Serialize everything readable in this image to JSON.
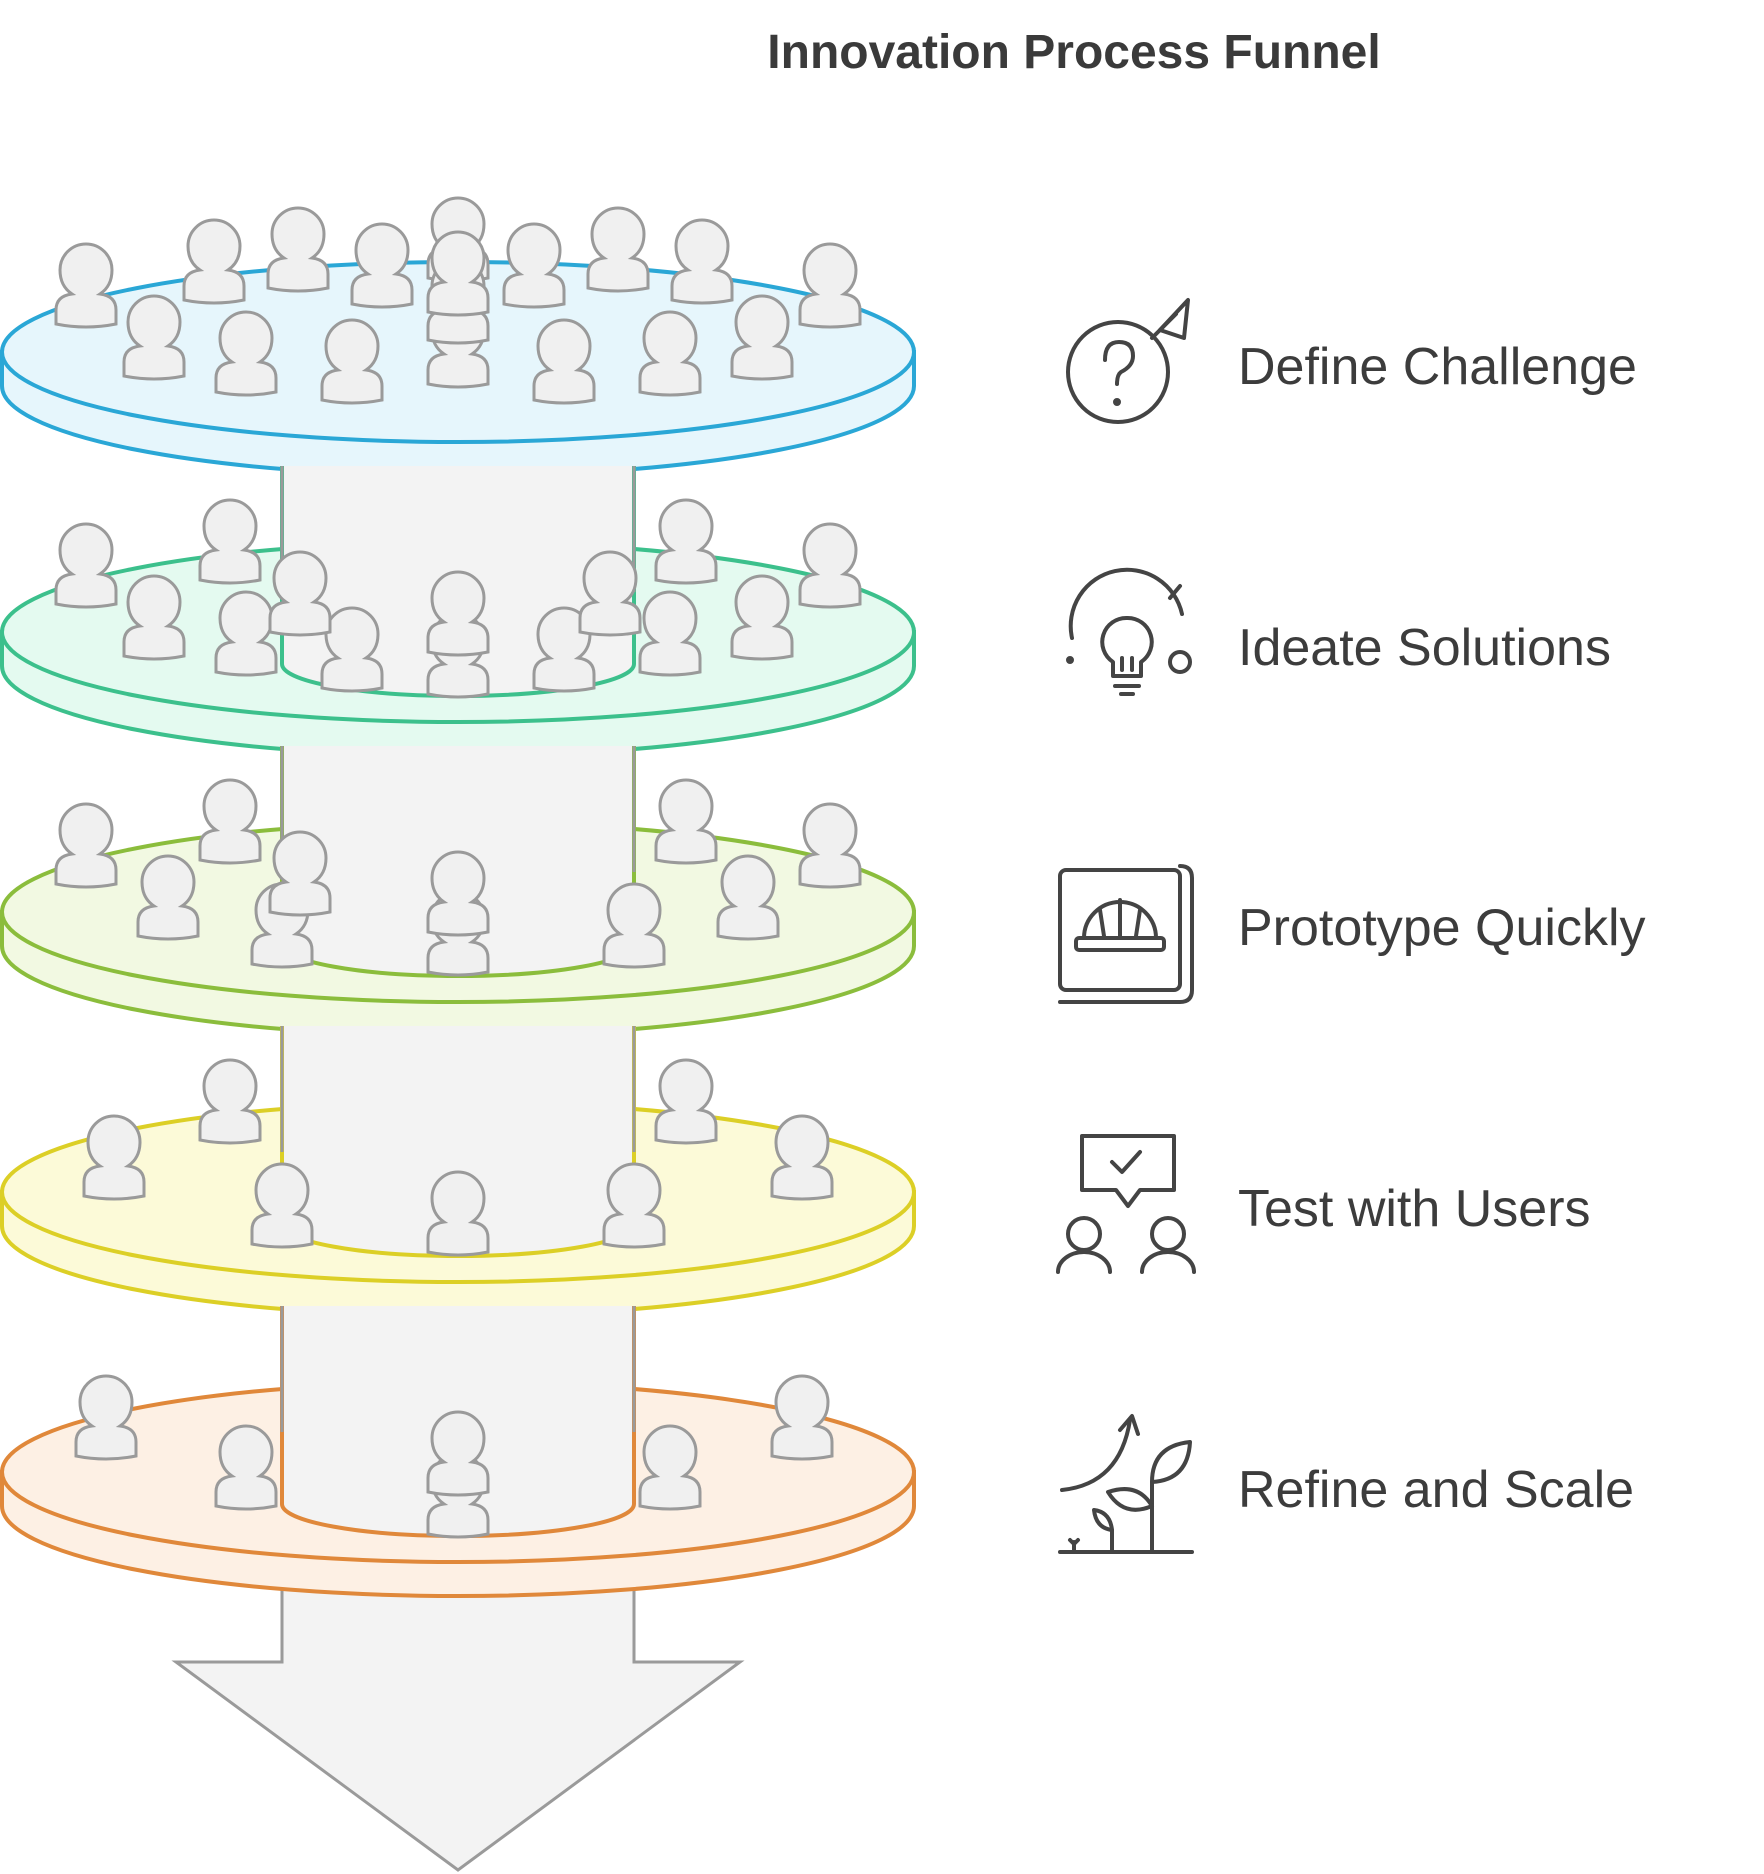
{
  "title": "Innovation Process Funnel",
  "stages": [
    {
      "label": "Define Challenge",
      "icon": "question-arrow-icon",
      "color": "#2aa7d6",
      "fill": "#e6f6fc",
      "people": 18
    },
    {
      "label": "Ideate Solutions",
      "icon": "lightbulb-icon",
      "color": "#3cc08c",
      "fill": "#e4faf0",
      "people": 14
    },
    {
      "label": "Prototype Quickly",
      "icon": "blueprint-hardhat-icon",
      "color": "#8bbd3c",
      "fill": "#f2f9e2",
      "people": 11
    },
    {
      "label": "Test with Users",
      "icon": "users-feedback-icon",
      "color": "#dccf26",
      "fill": "#fcfad8",
      "people": 7
    },
    {
      "label": "Refine and Scale",
      "icon": "growth-plant-icon",
      "color": "#e0883a",
      "fill": "#fdf0e4",
      "people": 6
    }
  ],
  "colors": {
    "column": "#f3f3f3",
    "column_stroke": "#9a9a9a",
    "person": "#f0f0f0",
    "person_stroke": "#9a9a9a"
  }
}
